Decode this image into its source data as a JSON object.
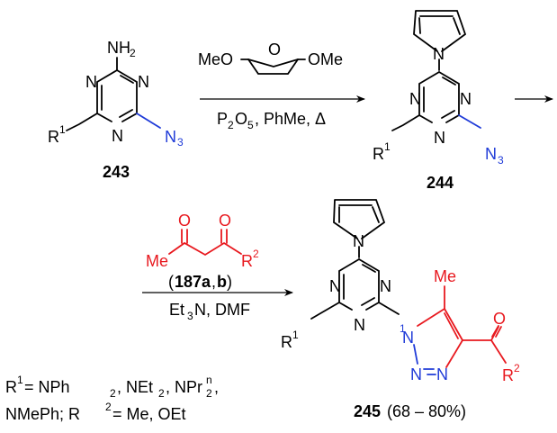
{
  "colors": {
    "black": "#000000",
    "red": "#e8191f",
    "blue": "#1f3bd8"
  },
  "atoms": {
    "n": "N",
    "nh2": "NH",
    "two": "2",
    "n3": "N",
    "three": "3",
    "r": "R",
    "one": "1",
    "o": "O",
    "me": "Me",
    "r2": "2",
    "meo": "MeO",
    "ome": "OMe",
    "o_ring": "O"
  },
  "step1": {
    "reagent_p": "P",
    "reagent_sub2": "2",
    "reagent_o": "O",
    "reagent_sub5": "5",
    "reagent_rest": ", PhMe, Δ"
  },
  "step2": {
    "paren_open": "(",
    "compound": "187",
    "a": "a",
    "comma": ",",
    "b": "b",
    "paren_close": ")",
    "et": "Et",
    "sub3": "3",
    "rest": "N, DMF"
  },
  "compounds": {
    "c243": "243",
    "c244": "244",
    "c245": "245",
    "yield": "(68 – 80%)"
  },
  "footnote": {
    "line1_a": "R",
    "line1_sup1": "1",
    "line1_b": " = NPh",
    "line1_sub2": "2",
    "line1_c": ", NEt",
    "line1_sub2b": "2",
    "line1_d": ", NPr",
    "line1_supn": "n",
    "line1_sub2c": "2",
    "line1_e": ",",
    "line2_a": "NMePh; R",
    "line2_sup2": "2",
    "line2_b": " = Me, OEt"
  }
}
